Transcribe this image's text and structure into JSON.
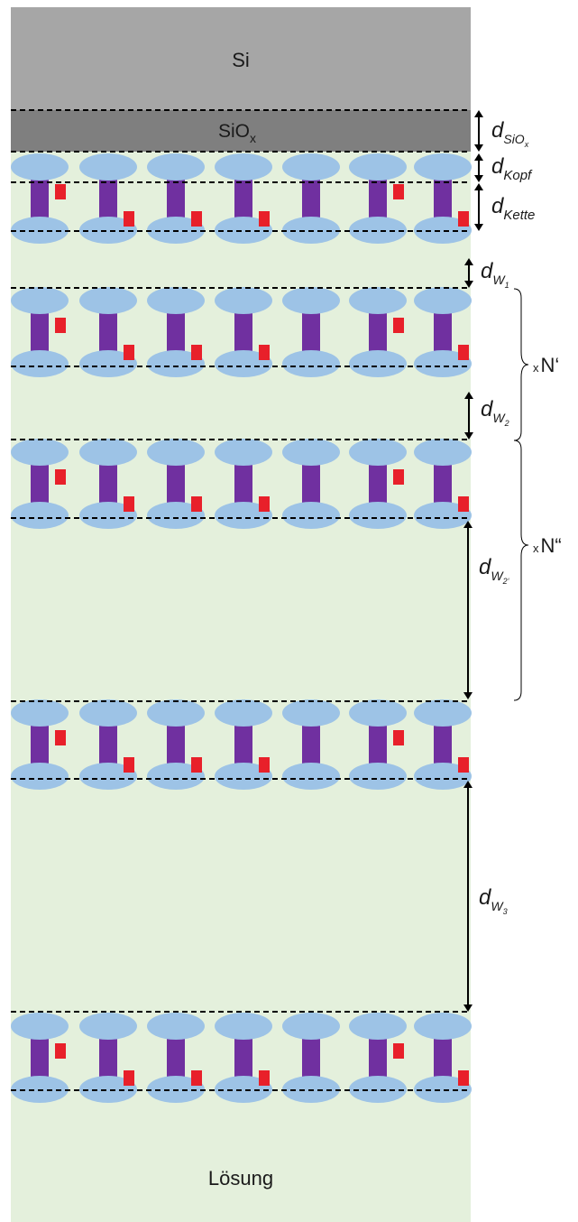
{
  "layers": {
    "si_label": "Si",
    "siox_label_base": "SiO",
    "siox_label_sub": "x",
    "solution_label": "Lösung"
  },
  "dimensions": {
    "d_siox": {
      "main": "d",
      "sub": "SiO",
      "subsub": "x"
    },
    "d_kopf": {
      "main": "d",
      "sub": "Kopf"
    },
    "d_kette": {
      "main": "d",
      "sub": "Kette"
    },
    "d_w1": {
      "main": "d",
      "sub": "W",
      "subsub": "1"
    },
    "d_w2": {
      "main": "d",
      "sub": "W",
      "subsub": "2"
    },
    "d_w2p": {
      "main": "d",
      "sub": "W",
      "subsub": "2‘"
    },
    "d_w3": {
      "main": "d",
      "sub": "W",
      "subsub": "3"
    }
  },
  "repeats": {
    "n_prime": {
      "x": "x",
      "label": "N‘"
    },
    "n_double": {
      "x": "x",
      "label": "N“"
    }
  },
  "molecule_rows": 5,
  "molecules_per_row": 7,
  "colors": {
    "si": "#a6a6a6",
    "siox": "#7f7f7f",
    "solution": "#e4f0dc",
    "head": "#9dc3e6",
    "chain": "#7030a0",
    "marker": "#e8202a"
  }
}
